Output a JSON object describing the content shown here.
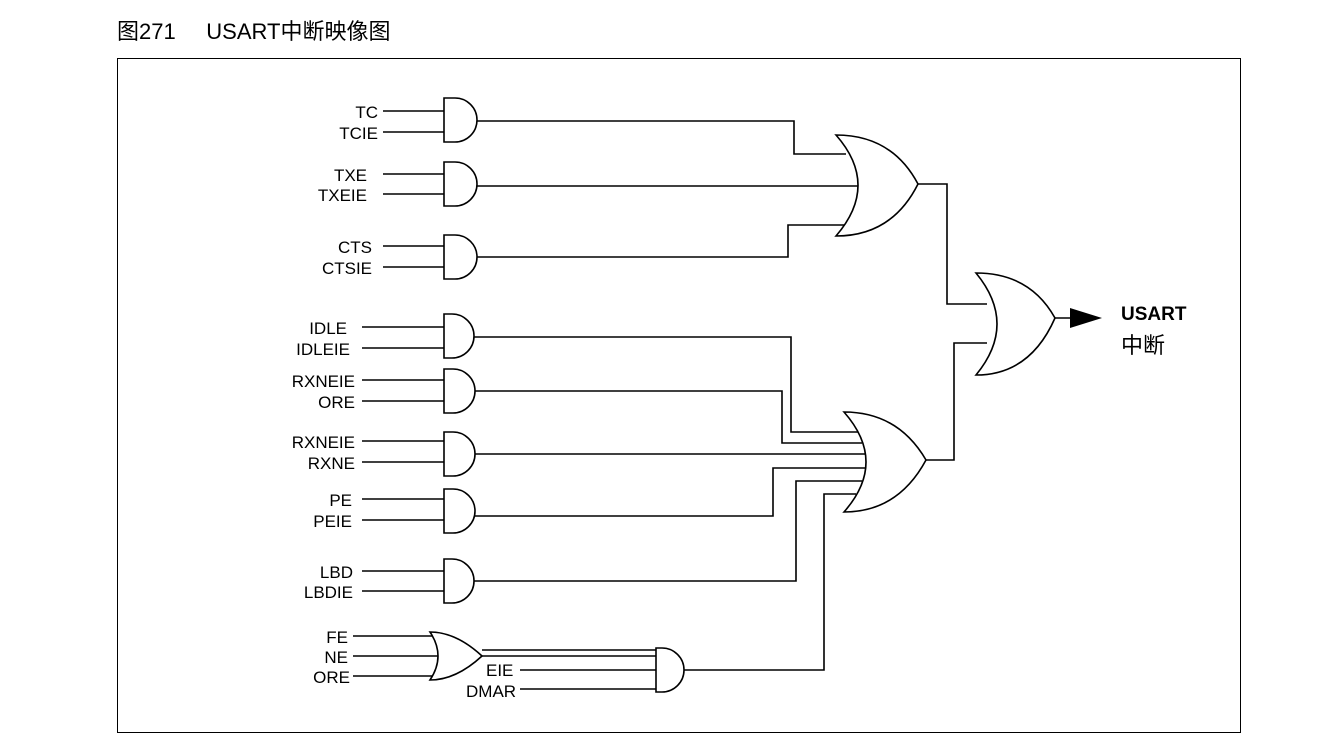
{
  "caption": {
    "figure_no": "图271",
    "title": "USART中断映像图"
  },
  "signals": {
    "tc": "TC",
    "tcie": "TCIE",
    "txe": "TXE",
    "txeie": "TXEIE",
    "cts": "CTS",
    "ctsie": "CTSIE",
    "idle": "IDLE",
    "idleie": "IDLEIE",
    "rxneie_1": "RXNEIE",
    "ore_1": "ORE",
    "rxneie_2": "RXNEIE",
    "rxne": "RXNE",
    "pe": "PE",
    "peie": "PEIE",
    "lbd": "LBD",
    "lbdie": "LBDIE",
    "fe": "FE",
    "ne": "NE",
    "ore_2": "ORE",
    "eie": "EIE",
    "dmar": "DMAR"
  },
  "output": {
    "line1": "USART",
    "line2": "中断"
  }
}
